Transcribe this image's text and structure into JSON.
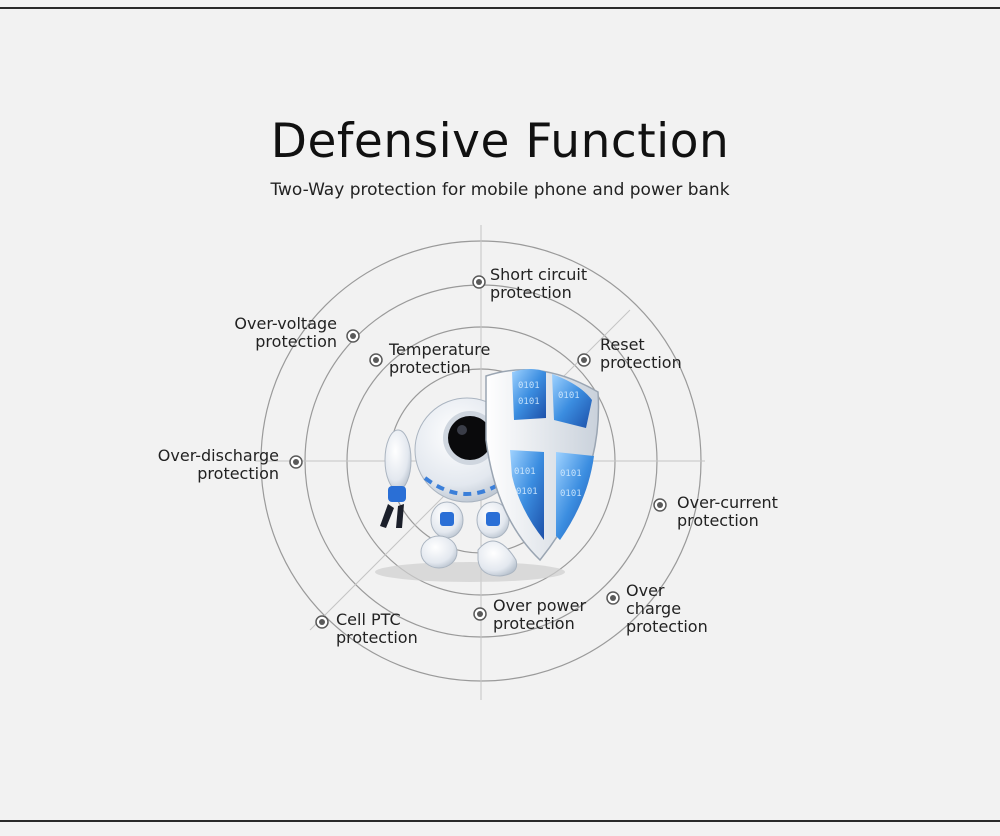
{
  "title": "Defensive Function",
  "subtitle": "Two-Way protection for mobile phone and power bank",
  "colors": {
    "background": "#f2f2f2",
    "ring": "#9a9a9a",
    "spoke": "#c4c4c4",
    "dot": "#5a5a5a",
    "shield_blue": "#3f7fd6",
    "robot_white": "#e8ecf2"
  },
  "protections": [
    {
      "id": "short-circuit",
      "lines": [
        "Short circuit",
        "protection"
      ]
    },
    {
      "id": "reset",
      "lines": [
        "Reset",
        "protection"
      ]
    },
    {
      "id": "over-current",
      "lines": [
        "Over-current",
        "protection"
      ]
    },
    {
      "id": "over-charge",
      "lines": [
        "Over",
        "charge",
        "protection"
      ]
    },
    {
      "id": "over-power",
      "lines": [
        "Over power",
        "protection"
      ]
    },
    {
      "id": "cell-ptc",
      "lines": [
        "Cell PTC",
        "protection"
      ]
    },
    {
      "id": "over-discharge",
      "lines": [
        "Over-discharge",
        "protection"
      ]
    },
    {
      "id": "over-voltage",
      "lines": [
        "Over-voltage",
        "protection"
      ]
    },
    {
      "id": "temperature",
      "lines": [
        "Temperature",
        "protection"
      ]
    }
  ],
  "illustration": {
    "name": "robot-with-shield-illustration",
    "shield_pattern_text": "0101"
  }
}
